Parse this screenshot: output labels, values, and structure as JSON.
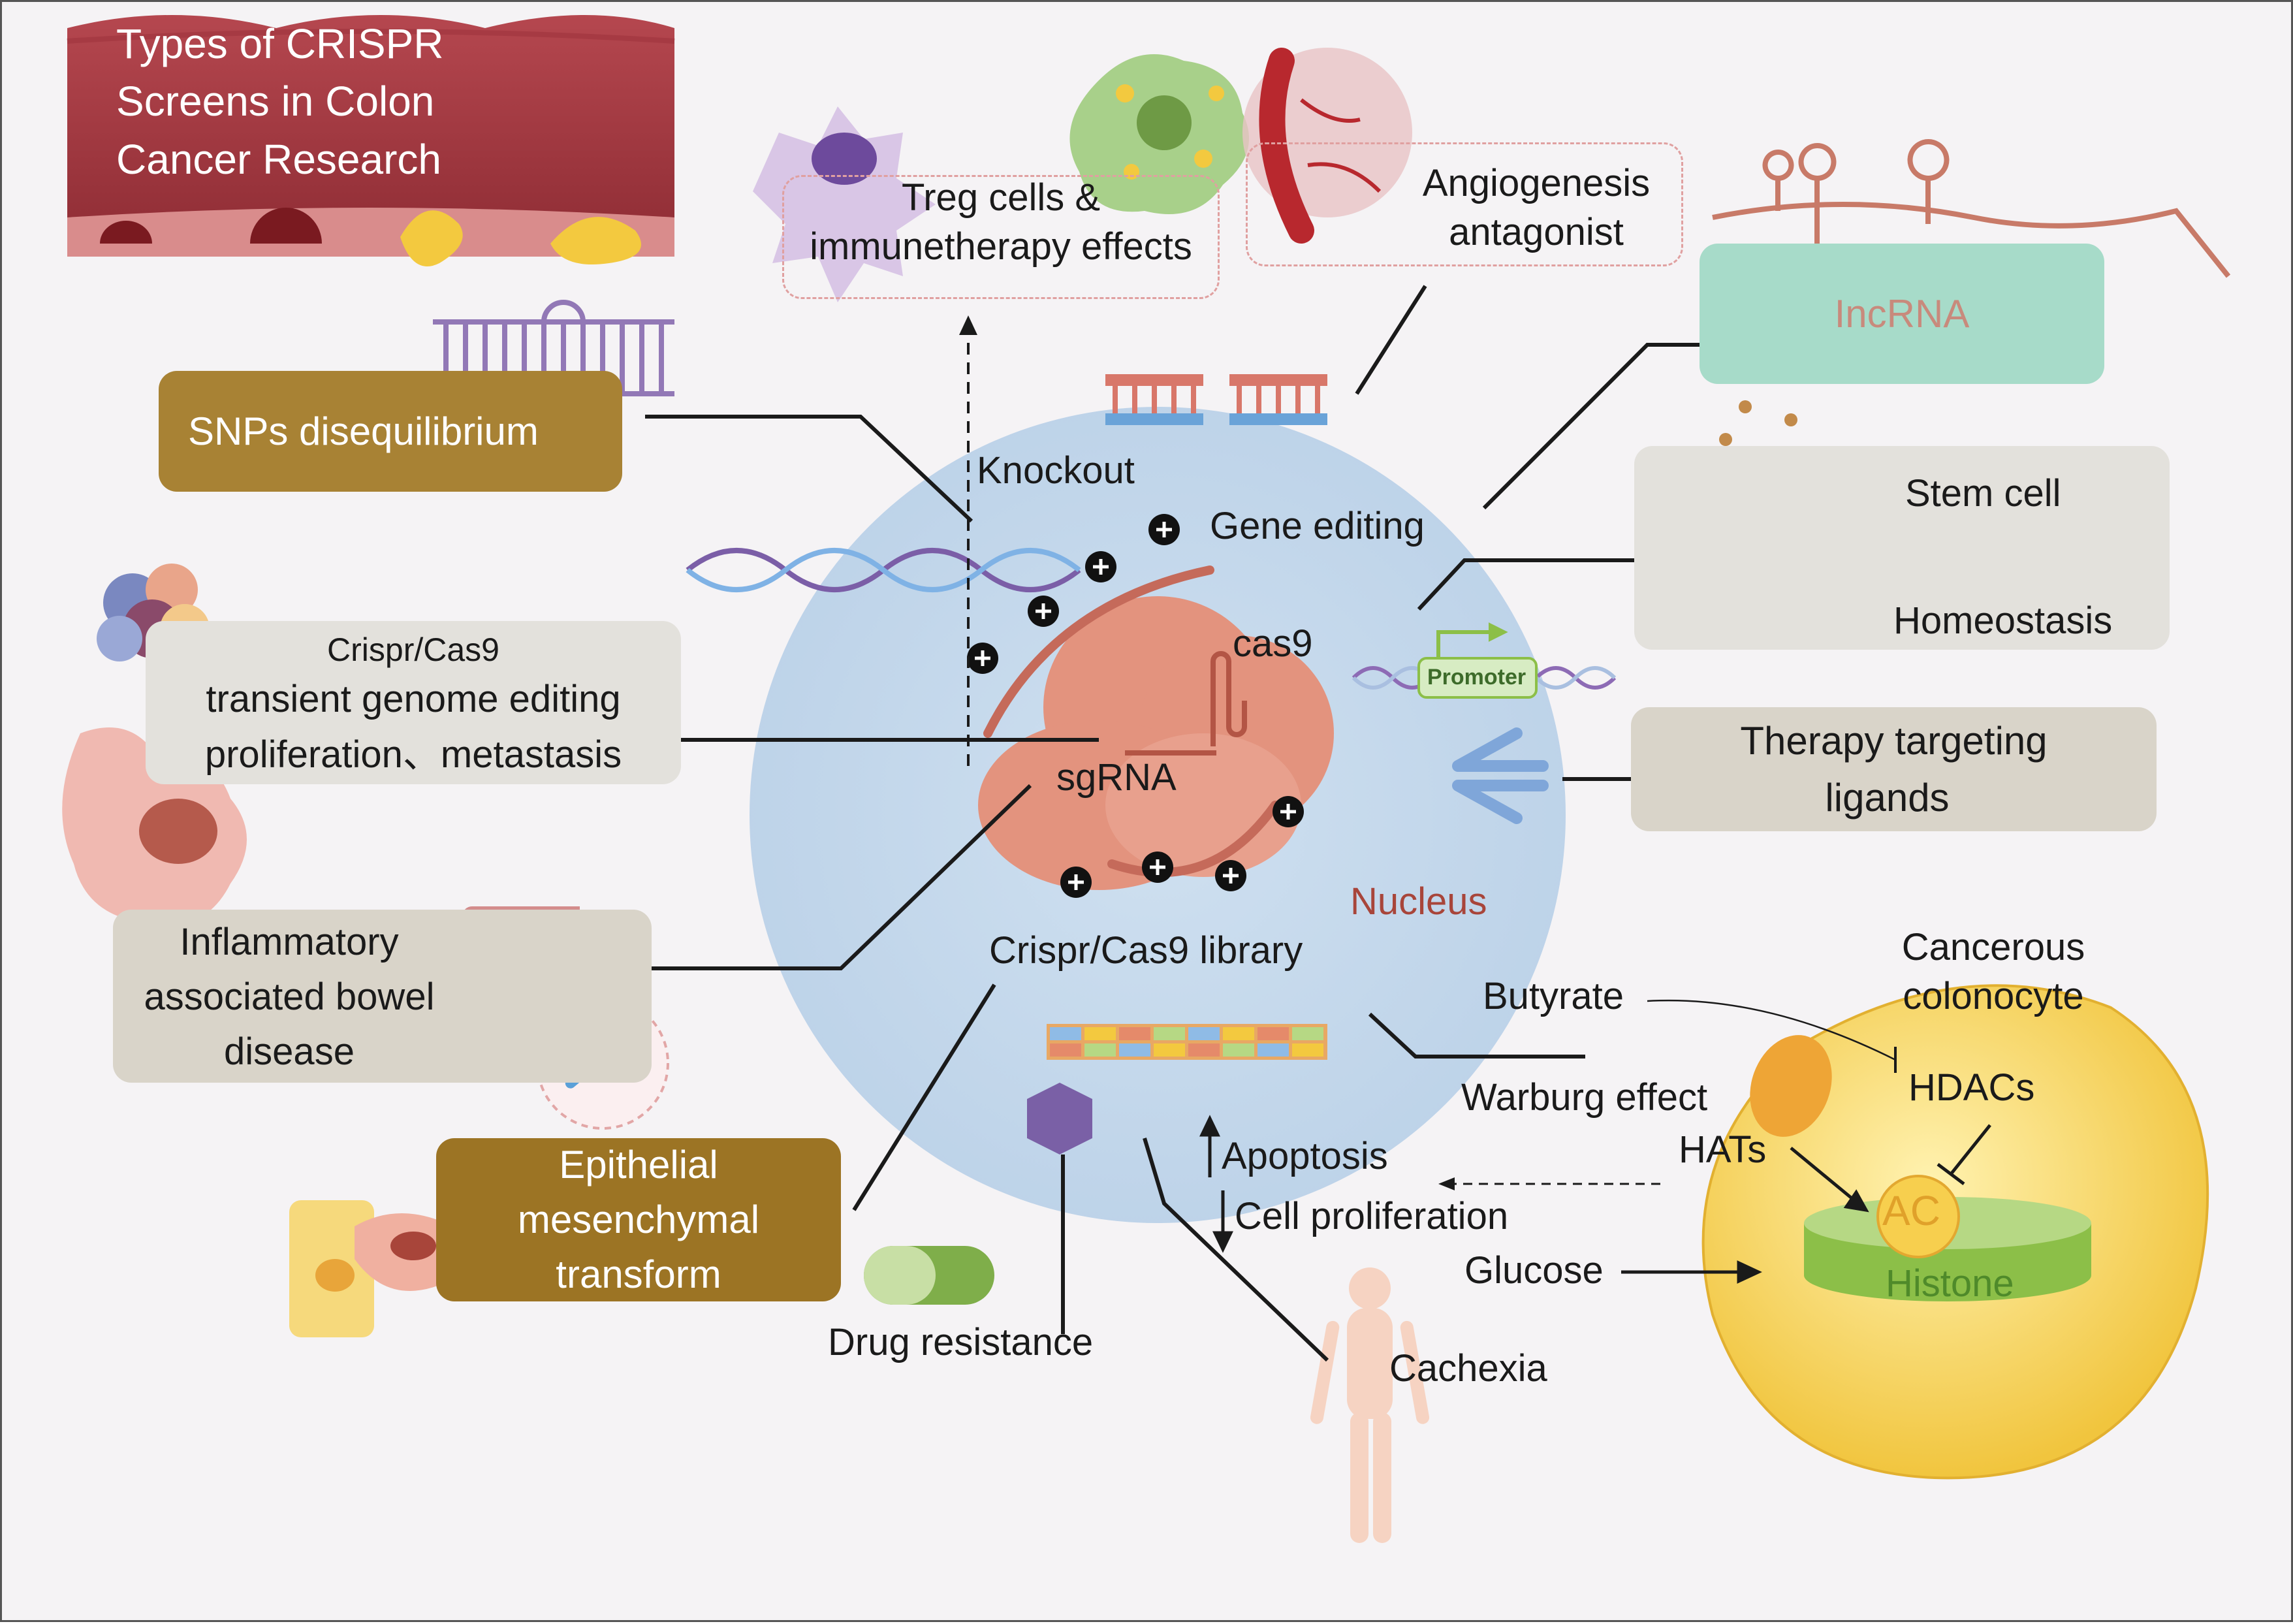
{
  "title": "Types of CRISPR Screens in Colon Cancer Research",
  "labels": {
    "treg": [
      "Treg cells &",
      "immunetherapy effects"
    ],
    "angio": [
      "Angiogenesis",
      "antagonist"
    ],
    "lncrna": "IncRNA",
    "snps": "SNPs disequilibrium",
    "knockout": "Knockout",
    "gene_editing": "Gene editing",
    "stem": "Stem cell",
    "homeostasis": "Homeostasis",
    "crispr_small": "Crispr/Cas9",
    "transient": "transient  genome  editing",
    "prolif_meta": "proliferation、metastasis",
    "cas9": "cas9",
    "promoter": "Promoter",
    "sgrna": "sgRNA",
    "therapy": [
      "Therapy targeting",
      "ligands"
    ],
    "nucleus": "Nucleus",
    "ibd": [
      "Inflammatory",
      "associated bowel",
      "disease"
    ],
    "library": "Crispr/Cas9 library",
    "cancerous": [
      "Cancerous",
      "colonocyte"
    ],
    "butyrate": "Butyrate",
    "hdacs": "HDACs",
    "warburg": "Warburg effect",
    "hats": "HATs",
    "apoptosis": "Apoptosis",
    "cell_prolif": "Cell proliferation",
    "ac": "AC",
    "emt": [
      "Epithelial",
      "mesenchymal",
      "transform"
    ],
    "glucose": "Glucose",
    "histone": "Histone",
    "drug": "Drug resistance",
    "cachexia": "Cachexia"
  },
  "colors": {
    "nucleus_fill": "#c5d8ea",
    "snps_box": "#a88234",
    "emt_box": "#9c7424",
    "grey_box": "#e3e1dc",
    "beige_box": "#d9d4c9",
    "lncrna_box": "#a7dbc9",
    "cas9_body": "#e0907c",
    "cell_yellow": "#f4cc4c",
    "histone_green": "#8cbf48"
  }
}
